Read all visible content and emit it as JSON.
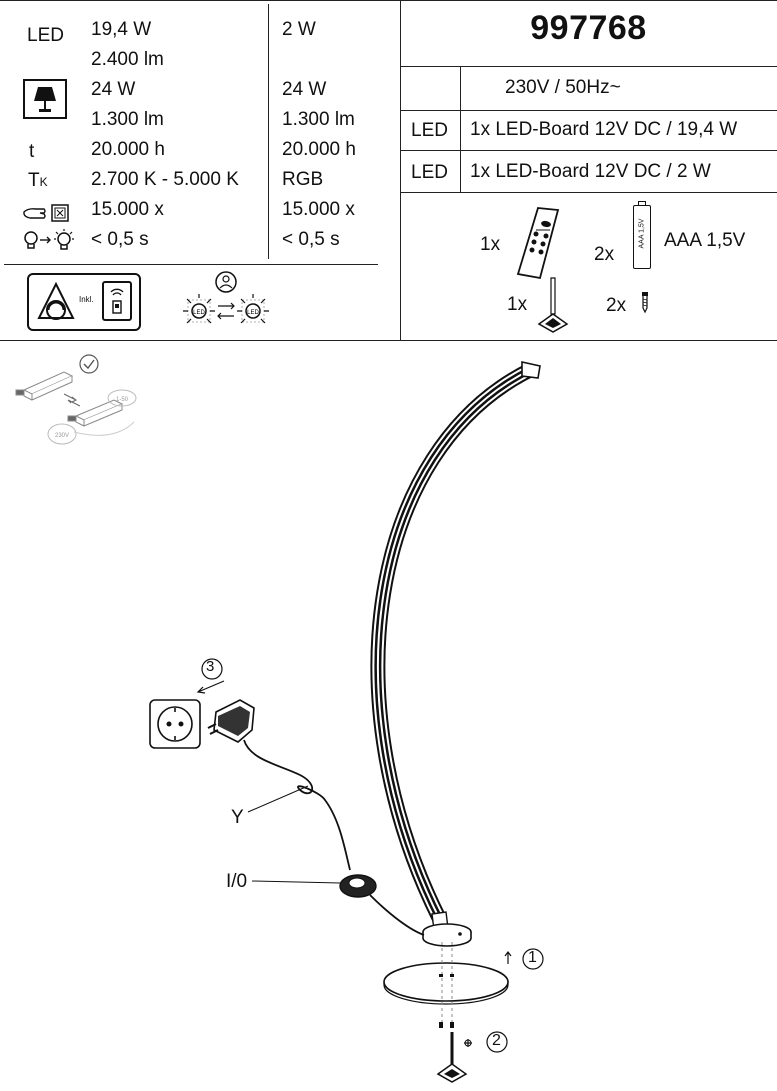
{
  "specs": {
    "col_a": {
      "led_label": "LED",
      "led_watt": "19,4 W",
      "led_lumen": "2.400 lm",
      "lamp_watt": "24 W",
      "lamp_lumen": "1.300 lm",
      "t_label": "t",
      "lifetime": "20.000 h",
      "tk_label": "T",
      "tk_sub": "K",
      "color_temp": "2.700 K - 5.000 K",
      "switch_cycles": "15.000 x",
      "warmup": "< 0,5 s"
    },
    "col_b": {
      "led_watt": "2 W",
      "lamp_watt": "24 W",
      "lamp_lumen": "1.300 lm",
      "lifetime": "20.000 h",
      "color": "RGB",
      "switch_cycles": "15.000 x",
      "warmup": "< 0,5 s"
    }
  },
  "badges": {
    "inkl": "Inkl."
  },
  "product": {
    "code": "997768",
    "voltage": "230V / 50Hz~",
    "led_rows": [
      {
        "label": "LED",
        "text": "1x LED-Board 12V DC / 19,4 W"
      },
      {
        "label": "LED",
        "text": "1x LED-Board 12V DC / 2 W"
      }
    ]
  },
  "parts": {
    "remote_qty": "1x",
    "battery_qty": "2x",
    "battery_label": "AAA 1,5V",
    "battery_print": "AAA 1,5V",
    "pin_qty": "1x",
    "screw_qty": "2x"
  },
  "diagram": {
    "label_y": "Y",
    "label_io": "I/0",
    "step_1": "1",
    "step_2": "2",
    "step_3": "3",
    "driver_tag_a": "1-50",
    "driver_tag_b": "230V"
  }
}
